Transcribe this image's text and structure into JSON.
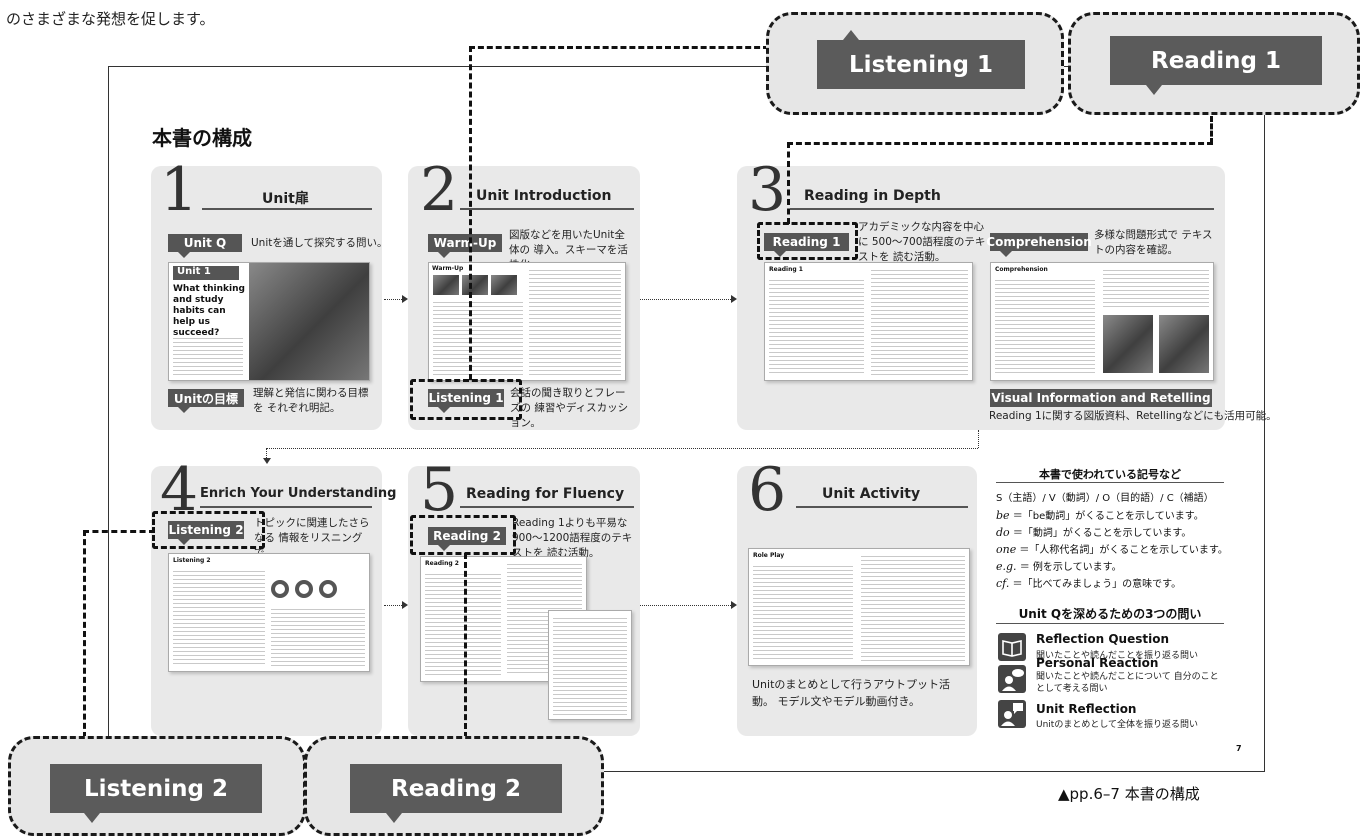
{
  "intro_text": "のさまざまな発想を促します。",
  "book_title": "本書の構成",
  "callouts": {
    "listening1": "Listening 1",
    "reading1": "Reading 1",
    "listening2": "Listening 2",
    "reading2": "Reading 2"
  },
  "sections": {
    "s1": {
      "number": "1",
      "title": "Unit扉",
      "tag_q": "Unit Q",
      "tag_q_desc": "Unitを通して探究する問い。",
      "unit_label": "Unit 1",
      "unit_question": "What thinking and study habits can help us succeed?",
      "tag_goal": "Unitの目標",
      "tag_goal_desc": "理解と発信に関わる目標を それぞれ明記。"
    },
    "s2": {
      "number": "2",
      "title": "Unit Introduction",
      "tag_warm": "Warm-Up",
      "tag_warm_desc": "図版などを用いたUnit全体の 導入。スキーマを活性化。",
      "thumb_heading": "Warm-Up",
      "tag_listen": "Listening 1",
      "tag_listen_desc": "会話の聞き取りとフレーズの 練習やディスカッション。"
    },
    "s3": {
      "number": "3",
      "title": "Reading in Depth",
      "tag_read": "Reading 1",
      "tag_read_desc": "アカデミックな内容を中心に 500～700語程度のテキストを 読む活動。",
      "thumb_heading": "Reading 1",
      "tag_comp": "Comprehension",
      "tag_comp_desc": "多様な問題形式で テキストの内容を確認。",
      "thumb_heading2": "Comprehension",
      "tag_visual": "Visual Information and Retelling",
      "tag_visual_desc": "Reading 1に関する図版資料、Retellingなどにも活用可能。"
    },
    "s4": {
      "number": "4",
      "title": "Enrich Your Understanding",
      "tag_listen": "Listening 2",
      "tag_listen_desc": "トピックに関連したさらなる 情報をリスニングで。",
      "thumb_heading": "Listening 2"
    },
    "s5": {
      "number": "5",
      "title": "Reading for Fluency",
      "tag_read": "Reading 2",
      "tag_read_desc": "Reading 1よりも平易な 900～1200語程度のテキストを 読む活動。",
      "thumb_heading": "Reading 2"
    },
    "s6": {
      "number": "6",
      "title": "Unit Activity",
      "thumb_heading": "Role Play",
      "desc": "Unitのまとめとして行うアウトプット活動。 モデル文やモデル動画付き。"
    }
  },
  "legend": {
    "title": "本書で使われている記号など",
    "line1": "S（主語）/ V（動詞）/ O（目的語）/ C（補語）",
    "line2_sym": "be",
    "line2_text": "＝「be動詞」がくることを示しています。",
    "line3_sym": "do",
    "line3_text": "＝「動詞」がくることを示しています。",
    "line4_sym": "one",
    "line4_text": "＝「人称代名詞」がくることを示しています。",
    "line5_sym": "e.g.",
    "line5_text": "＝ 例を示しています。",
    "line6_sym": "cf.",
    "line6_text": "＝「比べてみましょう」の意味です。",
    "q_title": "Unit Qを深めるための3つの問い",
    "q1_title": "Reflection Question",
    "q1_desc": "聞いたことや読んだことを振り返る問い",
    "q2_title": "Personal Reaction",
    "q2_desc": "聞いたことや読んだことについて 自分のこととして考える問い",
    "q3_title": "Unit Reflection",
    "q3_desc": "Unitのまとめとして全体を振り返る問い"
  },
  "page_number": "7",
  "caption": "▲pp.6–7 本書の構成"
}
